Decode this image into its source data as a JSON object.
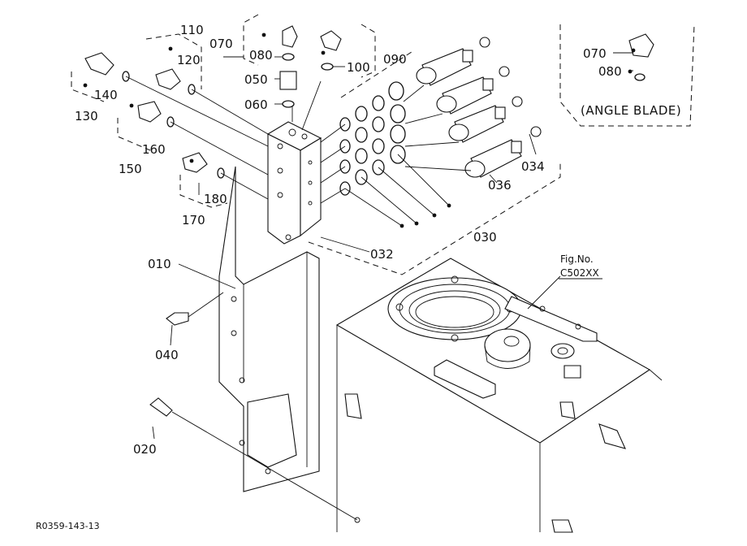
{
  "callouts": {
    "c010": "010",
    "c020": "020",
    "c030": "030",
    "c032": "032",
    "c034": "034",
    "c036": "036",
    "c040": "040",
    "c050": "050",
    "c060": "060",
    "c070": "070",
    "c080": "080",
    "c090": "090",
    "c100": "100",
    "c110": "110",
    "c120": "120",
    "c130": "130",
    "c140": "140",
    "c150": "150",
    "c160": "160",
    "c170": "170",
    "c180": "180",
    "c070b": "070",
    "c080b": "080"
  },
  "angle_blade": "(ANGLE BLADE)",
  "fig_ref": {
    "label": "Fig.No.",
    "number": "C502XX"
  },
  "diagram_code": "R0359-143-13"
}
